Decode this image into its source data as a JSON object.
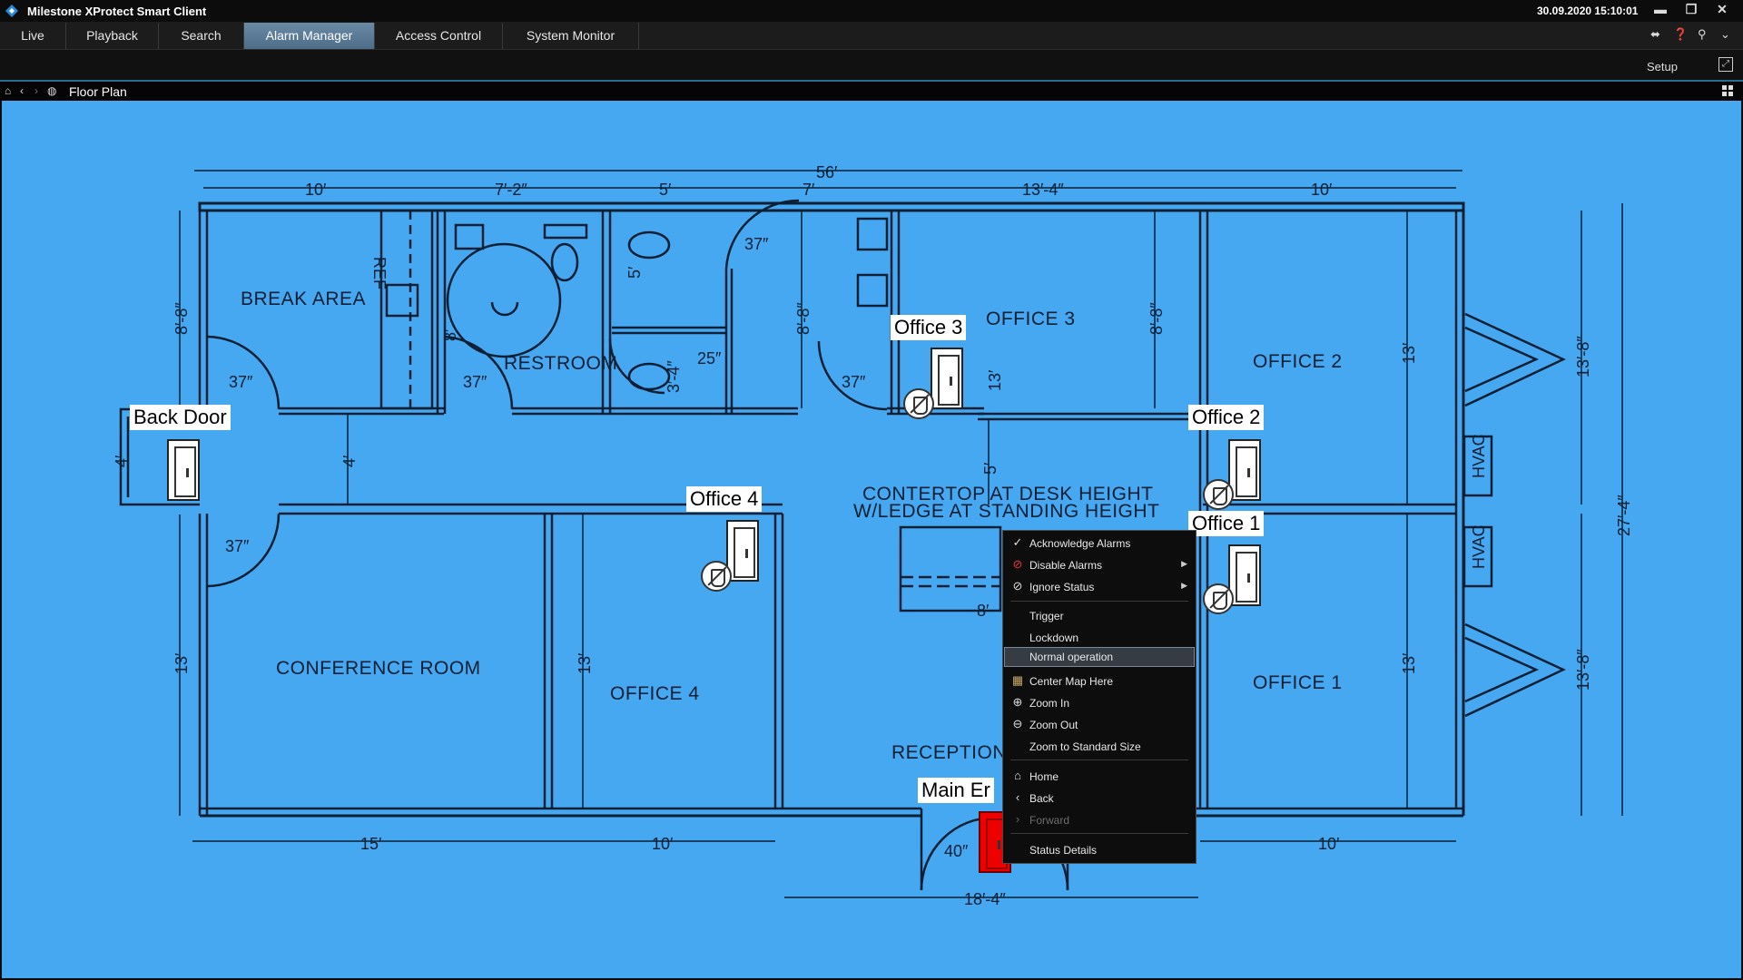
{
  "window": {
    "title": "Milestone XProtect Smart Client",
    "datetime": "30.09.2020 15:10:01",
    "controls": [
      "minimize-icon",
      "restore-icon",
      "close-icon"
    ]
  },
  "tabs": [
    {
      "label": "Live",
      "active": false
    },
    {
      "label": "Playback",
      "active": false
    },
    {
      "label": "Search",
      "active": false
    },
    {
      "label": "Alarm Manager",
      "active": true
    },
    {
      "label": "Access Control",
      "active": false
    },
    {
      "label": "System Monitor",
      "active": false
    }
  ],
  "top_icons": [
    "connection-icon",
    "help-icon",
    "pin-icon",
    "chevron-down-icon"
  ],
  "subbar": {
    "setup_label": "Setup"
  },
  "view": {
    "title": "Floor Plan"
  },
  "floor_plan": {
    "rooms": {
      "break_area": "BREAK  AREA",
      "restroom": "RESTROOM",
      "office3": "OFFICE  3",
      "office2": "OFFICE  2",
      "office1": "OFFICE  1",
      "office4": "OFFICE  4",
      "conference": "CONFERENCE  ROOM",
      "reception": "RECEPTIONIS",
      "countertop1": "CONTERTOP  AT  DESK  HEIGHT",
      "countertop2": "W/LEDGE  AT  STANDING  HEIGHT",
      "ref": "REF",
      "hvac1": "HVAC",
      "hvac2": "HVAC"
    },
    "dimensions": {
      "total_width": "56′",
      "d_10a": "10′",
      "d_7_2": "7′-2″",
      "d_5": "5′",
      "d_7": "7′",
      "d_13_4": "13′-4″",
      "d_10b": "10′",
      "d_8_8a": "8′-8″",
      "d_8_8b": "8′-8″",
      "d_8_8c": "8′-8″",
      "d_8b": "8′",
      "d_37a": "37″",
      "d_37b": "37″",
      "d_37c": "37″",
      "d_37d": "37″",
      "d_37e": "37″",
      "d_25": "25″",
      "d_3_4a": "3′-4″",
      "d_5b": "5′",
      "d_4a": "4′",
      "d_4b": "4′",
      "d_5c": "5′",
      "d_13a": "13′",
      "d_13b": "13′",
      "d_13c": "13′",
      "d_13d": "13′",
      "d_13e": "13′",
      "d_13_8a": "13′-8″",
      "d_13_8b": "13′-8″",
      "d_27_4": "27′-4″",
      "d_15": "15′",
      "d_10c": "10′",
      "d_10d": "10′",
      "d_18_4": "18′-4″",
      "d_8c": "8′",
      "d_40": "40″"
    },
    "door_labels": {
      "back_door": "Back Door",
      "office3": "Office 3",
      "office2": "Office 2",
      "office1": "Office 1",
      "office4": "Office 4",
      "main_entrance": "Main Er"
    }
  },
  "context_menu": {
    "items": [
      {
        "label": "Acknowledge Alarms",
        "icon": "check-icon"
      },
      {
        "label": "Disable Alarms",
        "icon": "disable-alarm-icon",
        "submenu": true
      },
      {
        "label": "Ignore Status",
        "icon": "ignore-icon",
        "submenu": true
      },
      {
        "label": "Trigger"
      },
      {
        "label": "Lockdown"
      },
      {
        "label": "Normal operation",
        "highlighted": true
      },
      {
        "label": "Center Map Here",
        "icon": "center-map-icon"
      },
      {
        "label": "Zoom In",
        "icon": "zoom-in-icon"
      },
      {
        "label": "Zoom Out",
        "icon": "zoom-out-icon"
      },
      {
        "label": "Zoom to Standard Size"
      },
      {
        "label": "Home",
        "icon": "home-icon"
      },
      {
        "label": "Back",
        "icon": "back-icon"
      },
      {
        "label": "Forward",
        "icon": "forward-icon",
        "disabled": true
      },
      {
        "label": "Status Details"
      }
    ]
  },
  "colors": {
    "map_background": "#47a8f2",
    "blueprint_ink": "#0d1f33",
    "active_tab": "#5a7a95",
    "alarm_door": "#e00000"
  }
}
